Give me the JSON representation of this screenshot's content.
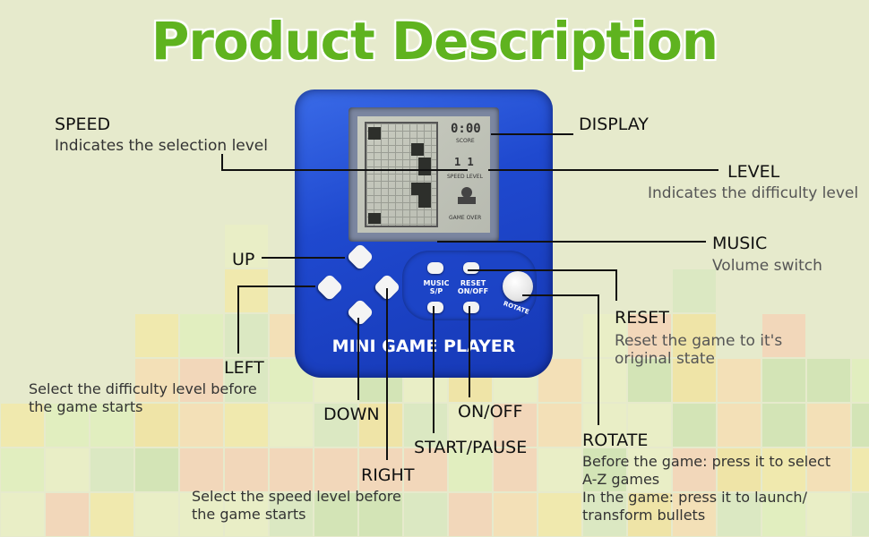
{
  "title": "Product Description",
  "labels": {
    "speed": {
      "name": "SPEED",
      "desc": "Indicates the selection level"
    },
    "display": {
      "name": "DISPLAY"
    },
    "level": {
      "name": "LEVEL",
      "desc": "Indicates the difficulty level"
    },
    "music": {
      "name": "MUSIC",
      "desc": "Volume switch"
    },
    "up": {
      "name": "UP"
    },
    "reset": {
      "name": "RESET",
      "desc_line1": "Reset the game to it's",
      "desc_line2": "original state"
    },
    "left": {
      "name": "LEFT",
      "desc_line1": "Select the difficulty level before",
      "desc_line2": "the game starts"
    },
    "down": {
      "name": "DOWN"
    },
    "onoff": {
      "name": "ON/OFF"
    },
    "startpause": {
      "name": "START/PAUSE"
    },
    "right": {
      "name": "RIGHT",
      "desc_line1": "Select the speed level before",
      "desc_line2": "the game starts"
    },
    "rotate": {
      "name": "ROTATE",
      "desc_line1": "Before the game: press it to select",
      "desc_line2": "A-Z games",
      "desc_line3": "In the game: press it to launch/",
      "desc_line4": "transform bullets"
    }
  },
  "device": {
    "brand": "MINI GAME PLAYER",
    "btn_music": "MUSIC",
    "btn_sp": "S/P",
    "btn_reset": "RESET",
    "btn_onoff": "ON/OFF",
    "btn_rotate": "ROTATE",
    "lcd_score_digits": "0:00",
    "lcd_score_label": "SCORE",
    "lcd_level_digits": "1  1",
    "lcd_speed_level": "SPEED LEVEL",
    "lcd_game_over": "GAME OVER"
  },
  "colors": {
    "title": "#5fb31f",
    "device_blue": "#1f49cf",
    "background": "#e7ebcf"
  }
}
